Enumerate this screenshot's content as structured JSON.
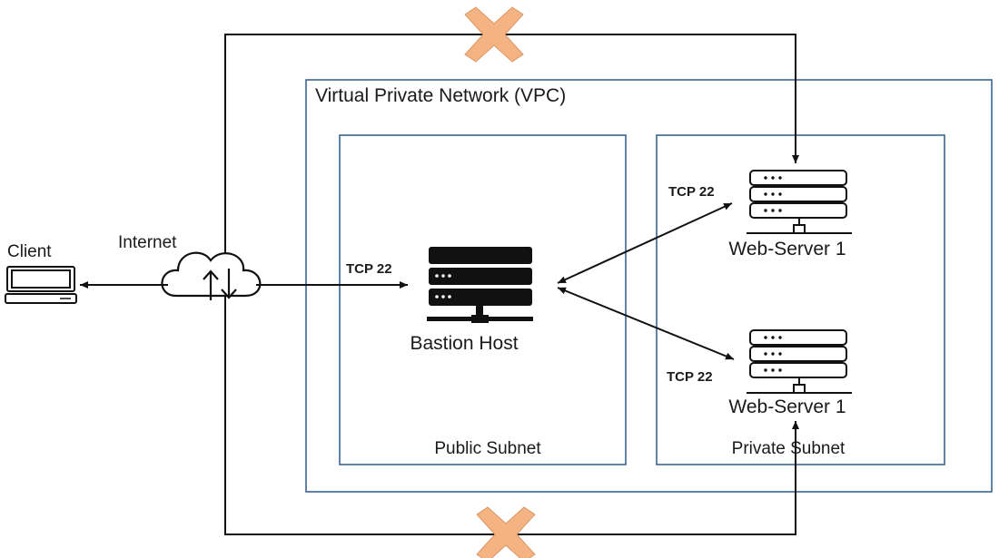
{
  "labels": {
    "vpc": "Virtual Private Network (VPC)",
    "public_subnet": "Public Subnet",
    "private_subnet": "Private Subnet",
    "client": "Client",
    "internet": "Internet",
    "bastion": "Bastion Host",
    "web1": "Web-Server 1",
    "web2": "Web-Server 1",
    "tcp_bastion": "TCP 22",
    "tcp_web1": "TCP 22",
    "tcp_web2": "TCP 22"
  },
  "colors": {
    "box_border": "#2e5a8c",
    "line": "#111111",
    "blocked_mark": "#f5b383",
    "server_dark": "#111111",
    "icon_stroke": "#111111"
  },
  "icons": {
    "client": "laptop-icon",
    "internet": "cloud-upload-download-icon",
    "bastion": "server-rack-icon",
    "web1": "server-outline-icon",
    "web2": "server-outline-icon",
    "blocked": "x-mark-icon"
  }
}
